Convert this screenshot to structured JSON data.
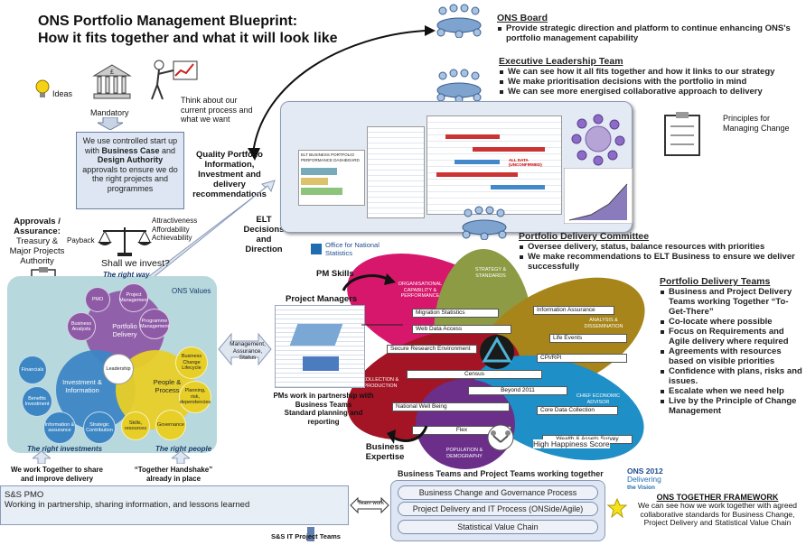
{
  "title": {
    "line1": "ONS Portfolio Management Blueprint:",
    "line2": "How it fits together and what it will look like"
  },
  "ideas_label": "Ideas",
  "mandatory_label": "Mandatory",
  "think_text": "Think about our current process and what we want",
  "controlled_box": {
    "l1": "We use controlled start up with ",
    "bc": "Business Case",
    "and": " and ",
    "da": "Design Authority",
    "l2": " approvals to ensure we do the right projects and programmes"
  },
  "quality_text": "Quality Portfolio Information, Investment and delivery recommendations",
  "elt_text": "ELT Decisions and Direction",
  "approvals": {
    "head": "Approvals / Assurance:",
    "body": "Treasury & Major Projects Authority"
  },
  "payback": "Payback",
  "attractiveness": [
    "Attractiveness",
    "Affordability",
    "Achievability"
  ],
  "invest_q": "Shall we invest?",
  "right_way": "The right way",
  "ons_values": "ONS Values",
  "right_investments": "The right investments",
  "right_people": "The right people",
  "venn": {
    "portfolio": "Portfolio Delivery",
    "investment": "Investment & Information",
    "people": "People & Process",
    "leadership": "Leadership",
    "purple": [
      "PMO",
      "Project Management",
      "Programme Management",
      "Business Analysts"
    ],
    "blue": [
      "Financials",
      "Benefits Investment",
      "Information & assurance",
      "Strategic Contribution"
    ],
    "yellow": [
      "Business Change Lifecycle",
      "Planning, risk, dependencies",
      "Governance",
      "Skills, resources"
    ]
  },
  "board": {
    "head": "ONS Board",
    "items": [
      "Provide strategic direction and platform to continue enhancing ONS's portfolio management capability"
    ]
  },
  "elt": {
    "head": "Executive Leadership Team",
    "items": [
      "We can see how it all fits together and how it links to our strategy",
      "We make prioritisation decisions with the portfolio in mind",
      "We can see more energised collaborative approach to delivery"
    ]
  },
  "principles": "Principles for Managing Change",
  "dashboard": {
    "title": "ELT BUSINESS PORTFOLIO PERFORMANCE DASHBOARD",
    "all_data": "ALL DATA (UNCONFIRMED)"
  },
  "pdc": {
    "head": "Portfolio Delivery Committee",
    "items": [
      "Oversee delivery, status, balance resources with priorities",
      "We make recommendations to ELT Business to ensure we deliver successfully"
    ]
  },
  "pdt": {
    "head": "Portfolio Delivery Teams",
    "items": [
      "Business and Project Delivery Teams working Together “To-Get-There”",
      "Co-locate where possible",
      "Focus on Requirements and Agile delivery where required",
      "Agreements with resources based on visible priorities",
      "Confidence with plans, risks and issues.",
      "Escalate when we need help",
      "Live by the Principle of Change Management"
    ]
  },
  "ons_logo": "Office for National Statistics",
  "pm_skills": "PM Skills",
  "project_managers": "Project Managers",
  "mas": "Management, Assurance, Status",
  "pm_partner": {
    "l1": "PMs work in partnership with",
    "l2": "Business Teams",
    "l3": "Standard planning and reporting"
  },
  "business_expertise": "Business Expertise",
  "petals": {
    "org": "ORGANISATIONAL CAPABILITY & PERFORMANCE",
    "strategy": "STRATEGY & STANDARDS",
    "analysis": "ANALYSIS & DISSEMINATION",
    "collection": "COLLECTION & PRODUCTION",
    "chief": "CHIEF ECONOMIC ADVISOR",
    "population": "POPULATION & DEMOGRAPHY"
  },
  "projects": [
    "Migration Statistics",
    "Information Assurance",
    "Web Data Access",
    "Life Events",
    "Secure Research Environment",
    "CPI/RPI",
    "Census",
    "Beyond 2011",
    "National Well Being",
    "Core Data Collection",
    "Flex",
    "Wealth & Assets Survey"
  ],
  "happiness": "High Happiness Score",
  "together_share": "We work Together to share and improve delivery",
  "handshake": "“Together Handshake” already in place",
  "ssp": {
    "head": "S&S PMO",
    "body": "Working in partnership, sharing information, and lessons learned"
  },
  "team_work": "Team work",
  "it_teams": "S&S IT Project Teams",
  "bt_head": "Business Teams and Project Teams working together",
  "pills": [
    "Business Change and Governance Process",
    "Project Delivery and IT Process (ONSide/Agile)",
    "Statistical Value Chain"
  ],
  "ons2012": {
    "a": "ONS 2012",
    "b": "Delivering",
    "c": "the Vision"
  },
  "framework": {
    "head": "ONS TOGETHER FRAMEWORK",
    "body": "We can see how we work together with agreed collaborative standards for Business Change, Project Delivery and Statistical Value Chain"
  }
}
